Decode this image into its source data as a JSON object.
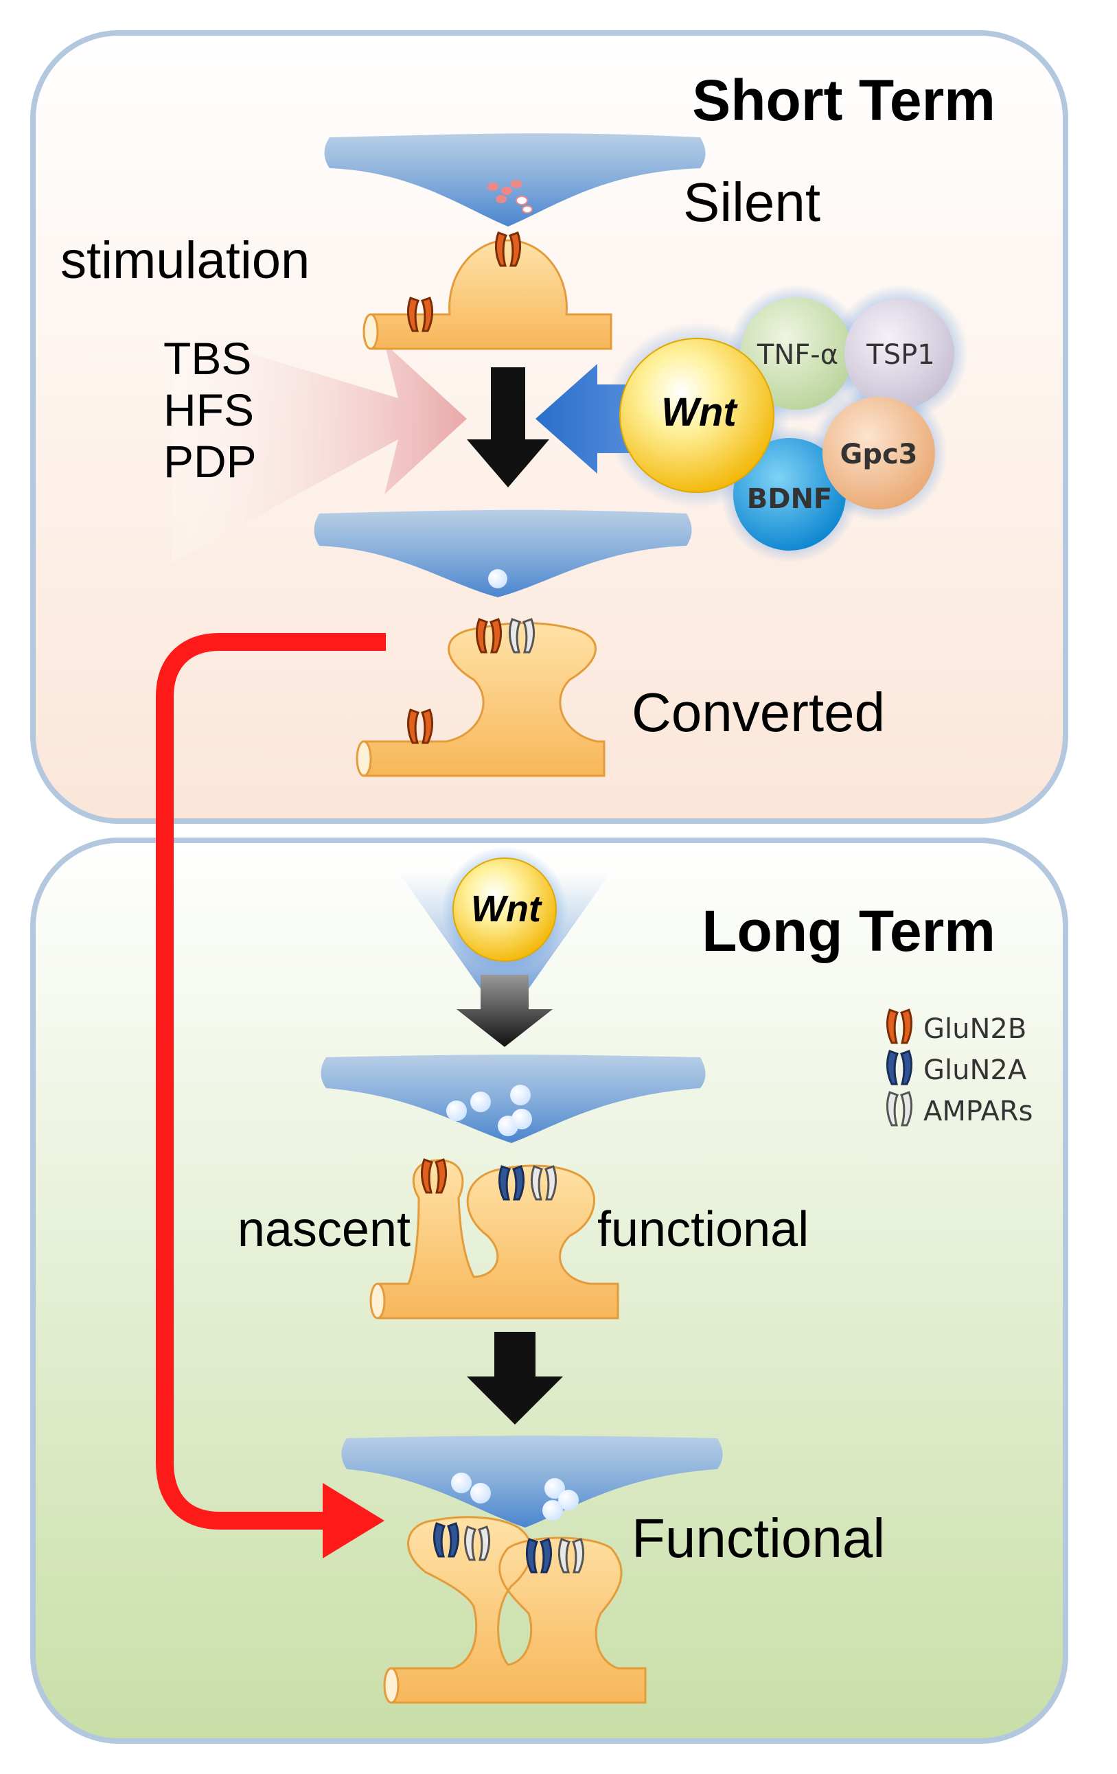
{
  "short_term": {
    "title": "Short Term",
    "silent_label": "Silent",
    "converted_label": "Converted",
    "stimulation_label": "stimulation",
    "protocols": [
      "TBS",
      "HFS",
      "PDP"
    ]
  },
  "factors": {
    "wnt": "Wnt",
    "tnf": "TNF-α",
    "tsp1": "TSP1",
    "gpc3": "Gpc3",
    "bdnf": "BDNF"
  },
  "long_term": {
    "title": "Long Term",
    "wnt": "Wnt",
    "nascent_label": "nascent",
    "functional_label": "functional",
    "final_label": "Functional"
  },
  "legend": [
    {
      "label": "GluN2B",
      "color": "#e0611f"
    },
    {
      "label": "GluN2A",
      "color": "#2f5597"
    },
    {
      "label": "AMPARs",
      "color": "#e8e8e8"
    }
  ]
}
